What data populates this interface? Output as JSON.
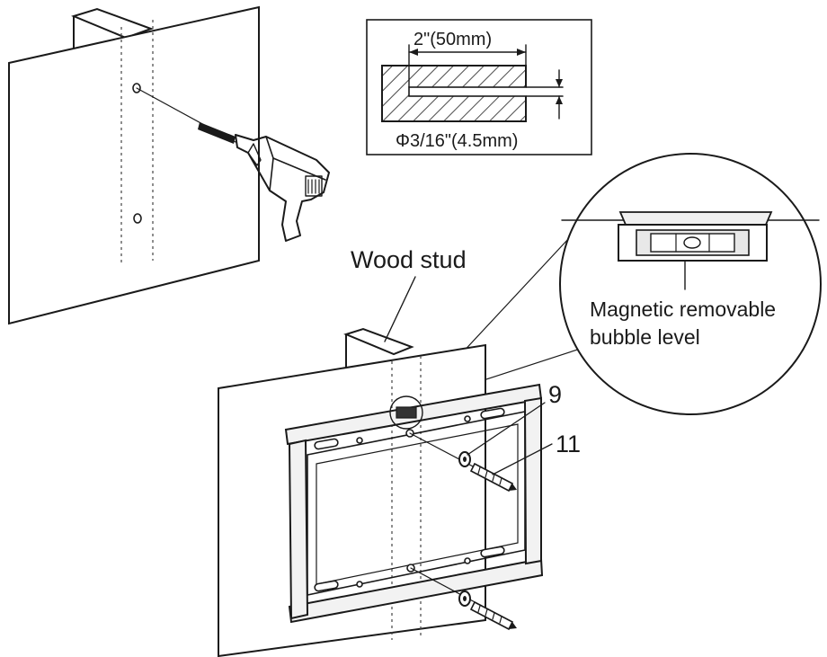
{
  "labels": {
    "depth": "2\"(50mm)",
    "drill_bit": "Φ3/16\"(4.5mm)",
    "wood_stud": "Wood stud",
    "bubble_level_line1": "Magnetic removable",
    "bubble_level_line2": "bubble level",
    "part_9": "9",
    "part_11": "11"
  }
}
